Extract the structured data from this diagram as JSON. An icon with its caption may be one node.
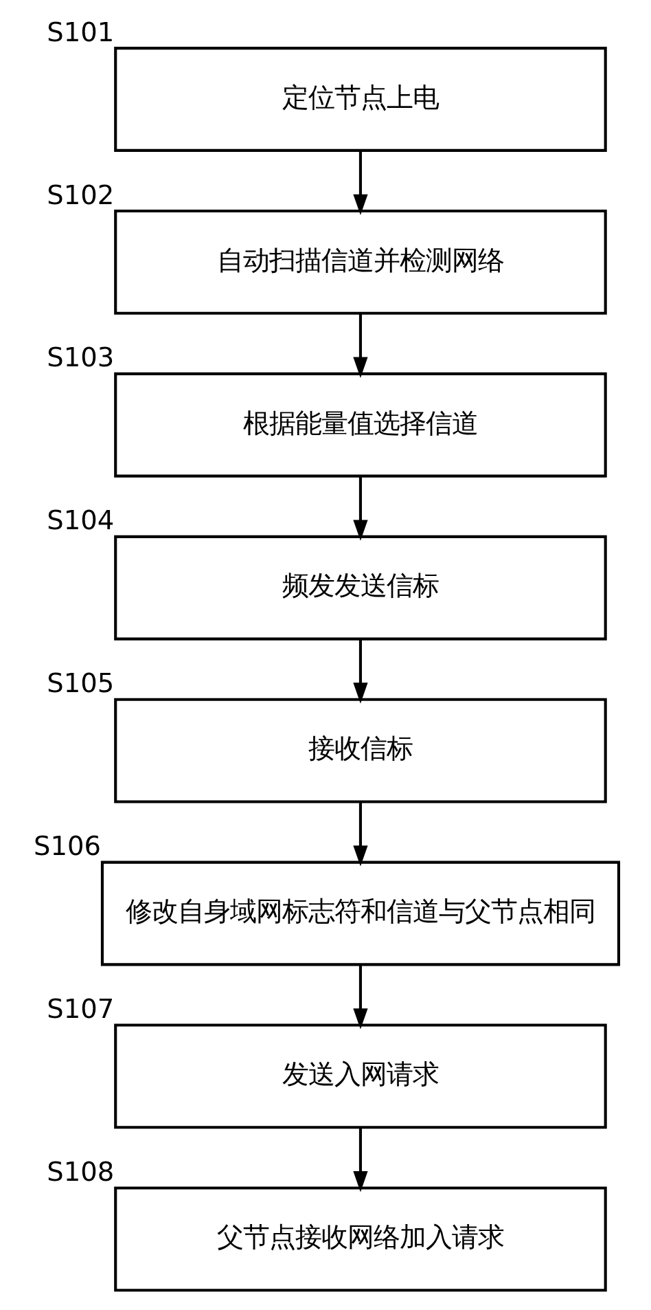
{
  "diagram": {
    "nodes": [
      {
        "text": [
          "定位节点上电"
        ],
        "beside": [
          "S101"
        ]
      },
      {
        "text": [
          "自动扫描信道并检测网络"
        ],
        "beside": [
          "S102"
        ]
      },
      {
        "text": [
          "根据能量值选择信道"
        ],
        "beside": [
          "S103"
        ]
      },
      {
        "text": [
          "频发发送信标"
        ],
        "beside": [
          "S104"
        ]
      },
      {
        "text": [
          "接收信标"
        ],
        "beside": [
          "S105"
        ]
      },
      {
        "text": [
          "修改自身域网标志符和信道与父节点相同"
        ],
        "beside": [
          "S106"
        ]
      },
      {
        "text": [
          "发送入网请求"
        ],
        "beside": [
          "S107"
        ]
      },
      {
        "text": [
          "父节点接收网络加入请求"
        ],
        "beside": [
          "S108"
        ]
      }
    ],
    "edges": [
      {
        "from": 0,
        "to": 1,
        "arrow": "to"
      },
      {
        "from": 1,
        "to": 2,
        "arrow": "to"
      },
      {
        "from": 2,
        "to": 3,
        "arrow": "to"
      },
      {
        "from": 3,
        "to": 4,
        "arrow": "to"
      },
      {
        "from": 4,
        "to": 5,
        "arrow": "to"
      },
      {
        "from": 5,
        "to": 6,
        "arrow": "to"
      },
      {
        "from": 6,
        "to": 7,
        "arrow": "to"
      }
    ]
  }
}
